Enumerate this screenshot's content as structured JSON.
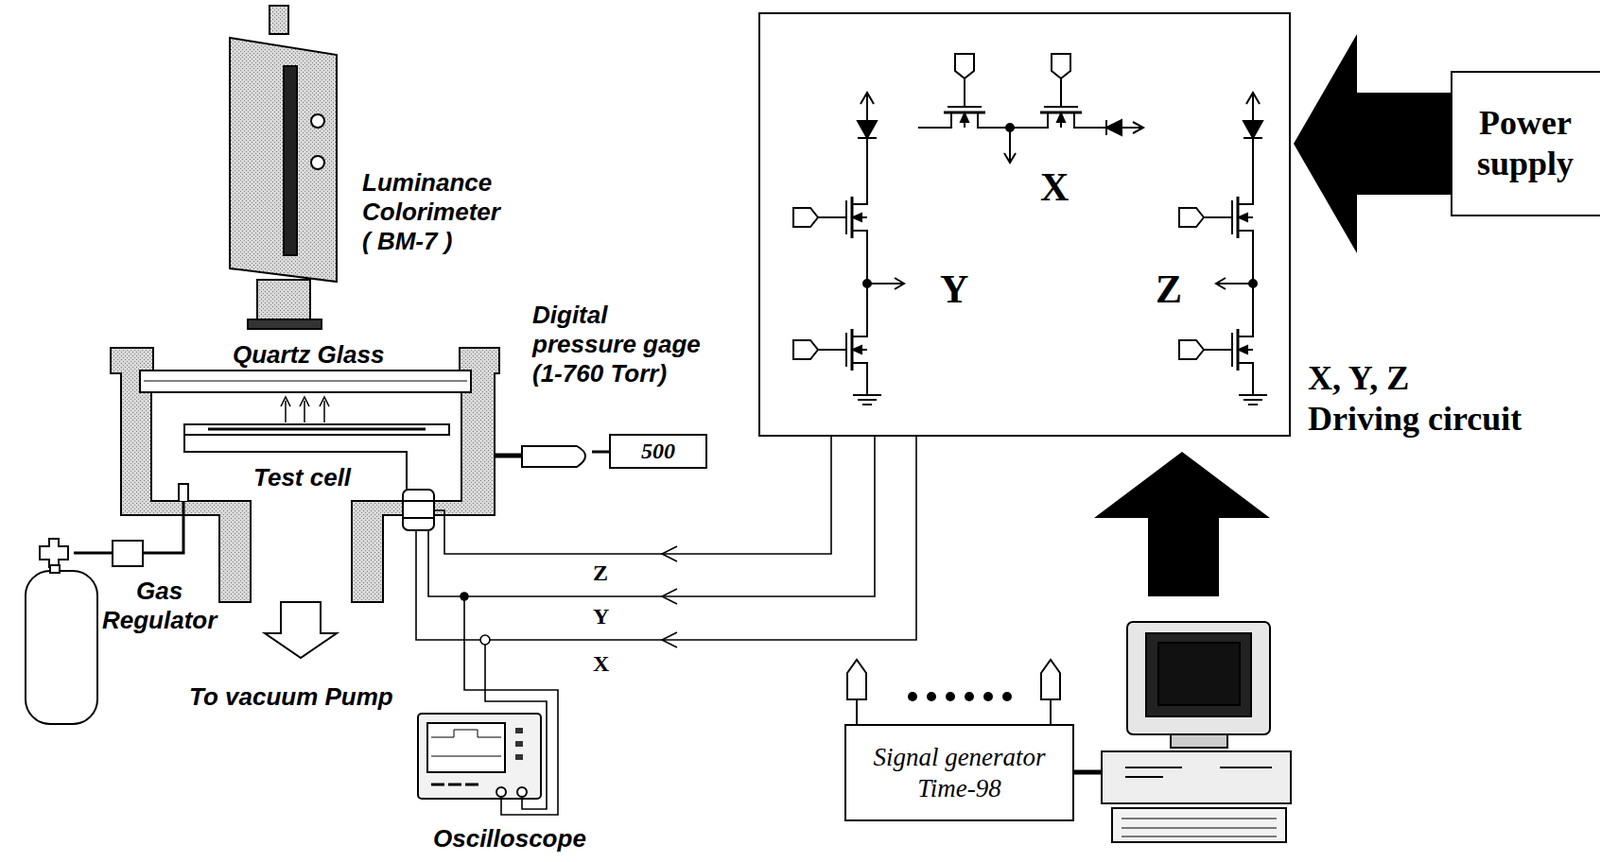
{
  "diagram": {
    "nodes": [
      {
        "text": [
          "X",
          "Y",
          "Z",
          "X, Y, Z Driving circuit"
        ]
      },
      {
        "text": [
          "Power supply"
        ]
      },
      {
        "text": [
          "500"
        ]
      },
      {
        "text": [
          "Signal generator Time-98"
        ]
      }
    ],
    "edges": [
      {
        "from": 1,
        "to": 0,
        "arrow": "to"
      }
    ],
    "labels": [
      "Luminance Colorimeter ( BM-7 )",
      "Quartz Glass",
      "Digital pressure gage (1-760 Torr)",
      "Test cell",
      "Gas Regulator",
      "To vacuum Pump",
      "Z",
      "Y",
      "X",
      "Oscilloscope"
    ]
  }
}
